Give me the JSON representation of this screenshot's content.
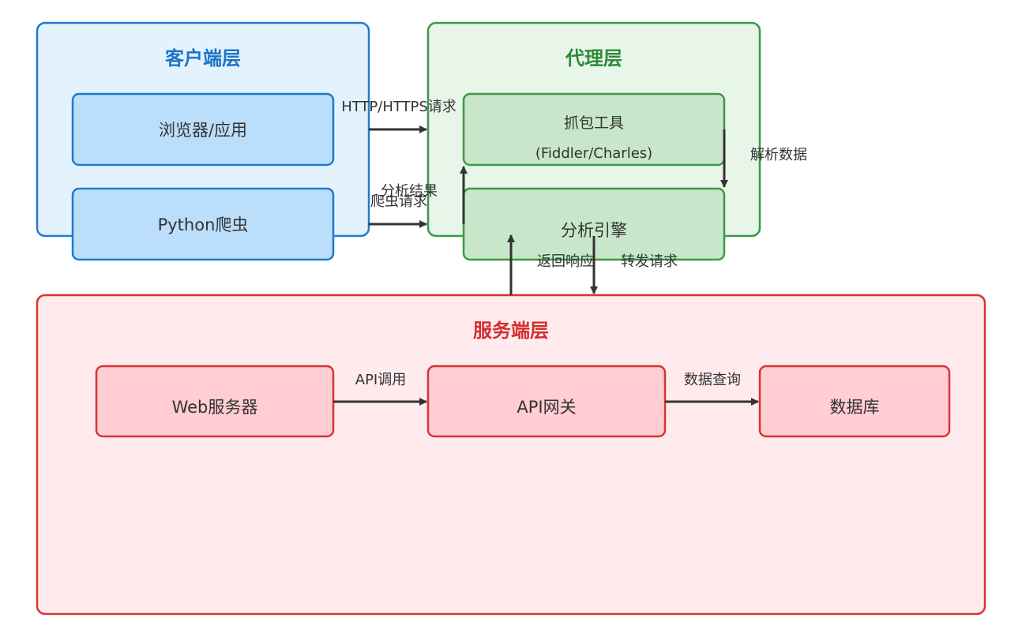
{
  "layers": {
    "client": {
      "title": "客户端层",
      "nodes": {
        "browser": "浏览器/应用",
        "crawler": "Python爬虫"
      }
    },
    "proxy": {
      "title": "代理层",
      "nodes": {
        "capture_line1": "抓包工具",
        "capture_line2": "(Fiddler/Charles)",
        "engine": "分析引擎"
      }
    },
    "server": {
      "title": "服务端层",
      "nodes": {
        "web": "Web服务器",
        "gateway": "API网关",
        "db": "数据库"
      }
    }
  },
  "edges": {
    "http_request": "HTTP/HTTPS请求",
    "crawler_request": "爬虫请求",
    "parse_data": "解析数据",
    "analysis_result": "分析结果",
    "return_response": "返回响应",
    "forward_request": "转发请求",
    "api_call": "API调用",
    "data_query": "数据查询"
  },
  "colors": {
    "client_fill": "#e3f2fd",
    "client_stroke": "#1e7bd0",
    "client_node_fill": "#bbdefb",
    "client_title": "#1e73c8",
    "proxy_fill": "#e8f5e9",
    "proxy_stroke": "#3a9a44",
    "proxy_node_fill": "#c8e6c9",
    "proxy_title": "#2e8b3a",
    "server_fill": "#ffebee",
    "server_stroke": "#d43535",
    "server_node_fill": "#ffcdd2",
    "server_title": "#d32f2f",
    "arrow": "#333333"
  }
}
